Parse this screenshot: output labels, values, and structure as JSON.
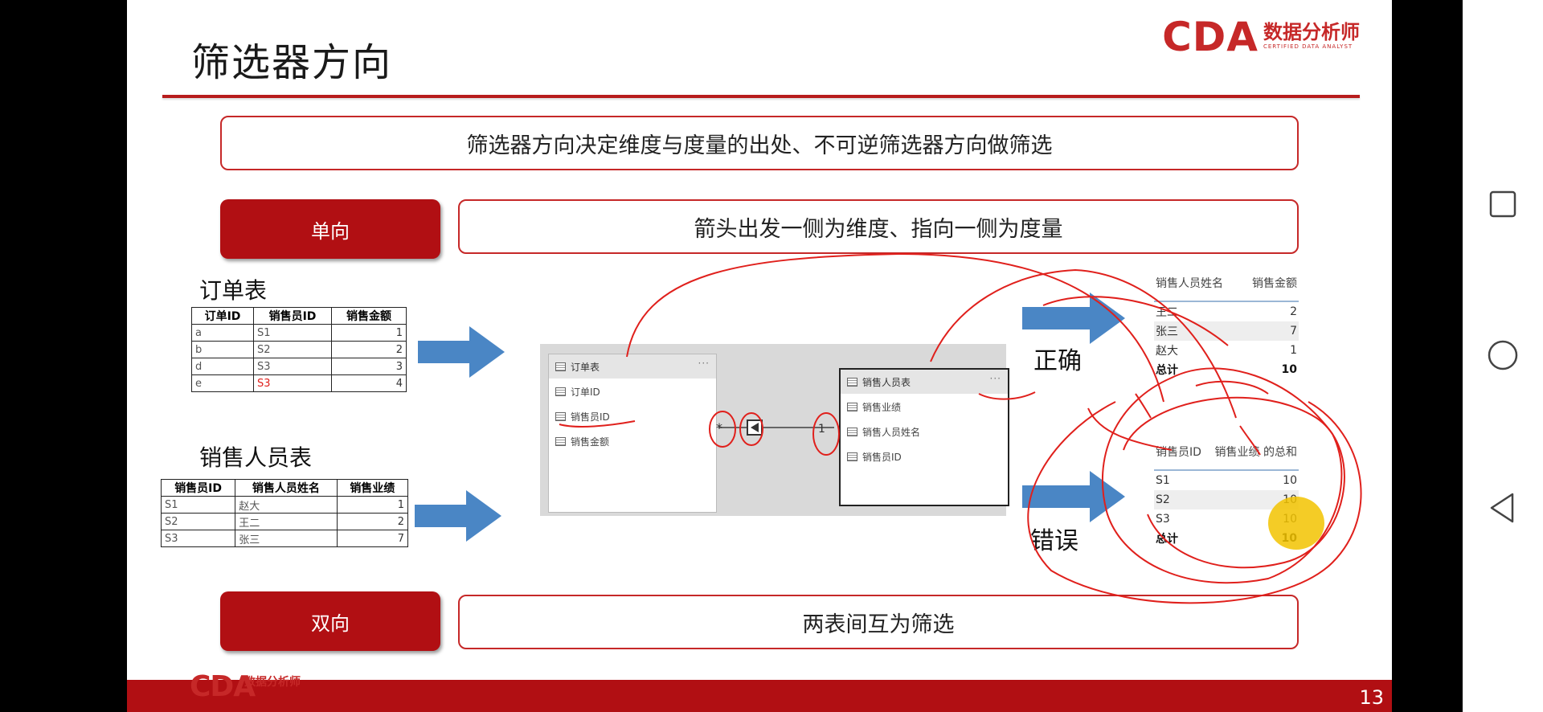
{
  "slide": {
    "title": "筛选器方向",
    "logo": {
      "brand": "CDA",
      "name_cn": "数据分析师",
      "name_en": "CERTIFIED DATA ANALYST"
    },
    "banner": "筛选器方向决定维度与度量的出处、不可逆筛选器方向做筛选",
    "single": {
      "button": "单向",
      "text": "箭头出发一侧为维度、指向一侧为度量"
    },
    "double": {
      "button": "双向",
      "text": "两表间互为筛选"
    },
    "orders": {
      "label": "订单表",
      "headers": [
        "订单ID",
        "销售员ID",
        "销售金额"
      ],
      "rows": [
        [
          "a",
          "S1",
          "1"
        ],
        [
          "b",
          "S2",
          "2"
        ],
        [
          "d",
          "S3",
          "3"
        ],
        [
          "e",
          "S3",
          "4"
        ]
      ]
    },
    "sales": {
      "label": "销售人员表",
      "headers": [
        "销售员ID",
        "销售人员姓名",
        "销售业绩"
      ],
      "rows": [
        [
          "S1",
          "赵大",
          "1"
        ],
        [
          "S2",
          "王二",
          "2"
        ],
        [
          "S3",
          "张三",
          "7"
        ]
      ]
    },
    "model": {
      "left_card": {
        "title": "订单表",
        "fields": [
          "订单ID",
          "销售员ID",
          "销售金额"
        ]
      },
      "right_card": {
        "title": "销售人员表",
        "fields": [
          "销售业绩",
          "销售人员姓名",
          "销售员ID"
        ]
      },
      "rel_many": "*",
      "rel_one": "1",
      "dots": "···"
    },
    "correct": {
      "label": "正确",
      "headers": [
        "销售人员姓名",
        "销售金额"
      ],
      "rows": [
        [
          "王二",
          "2"
        ],
        [
          "张三",
          "7"
        ],
        [
          "赵大",
          "1"
        ]
      ],
      "total": [
        "总计",
        "10"
      ]
    },
    "wrong": {
      "label": "错误",
      "headers": [
        "销售员ID",
        "销售业绩 的总和"
      ],
      "rows": [
        [
          "S1",
          "10"
        ],
        [
          "S2",
          "10"
        ],
        [
          "S3",
          "10"
        ]
      ],
      "total": [
        "总计",
        "10"
      ]
    },
    "footer": {
      "page": "13",
      "brand": "CDA",
      "brand_cn": "数据分析师"
    }
  },
  "colors": {
    "accent": "#b10f13",
    "ink": "#e0201c",
    "arrow": "#4a86c5"
  },
  "navbar": {
    "icons": [
      "recent-apps-icon",
      "home-icon",
      "back-icon"
    ]
  }
}
